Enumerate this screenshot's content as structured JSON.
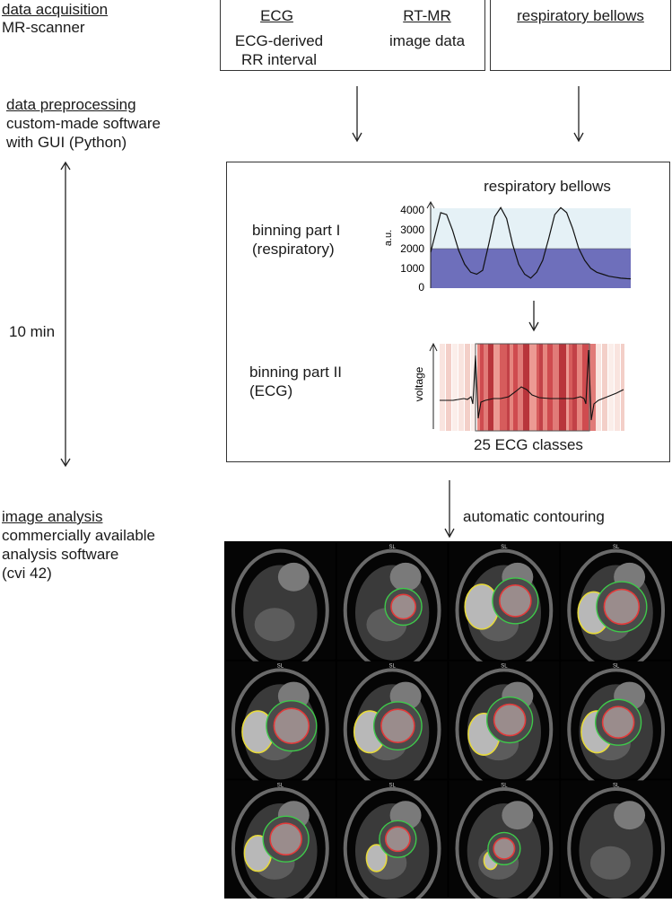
{
  "stages": {
    "acquisition": {
      "heading": "data acquisition",
      "detail": "MR-scanner"
    },
    "preprocessing": {
      "heading": "data preprocessing",
      "detail_line1": "custom-made software",
      "detail_line2": "with GUI (Python)"
    },
    "duration": "10 min",
    "analysis": {
      "heading": "image analysis",
      "detail_line1": "commercially available",
      "detail_line2": "analysis software",
      "detail_line3": "(cvi 42)"
    }
  },
  "sources": {
    "ecg": {
      "title": "ECG",
      "line1": "ECG-derived",
      "line2": "RR interval"
    },
    "rtmr": {
      "title": "RT-MR",
      "line1": "image data"
    },
    "resp": {
      "title": "respiratory bellows"
    }
  },
  "binning": {
    "part1_line1": "binning part I",
    "part1_line2": "(respiratory)",
    "part2_line1": "binning part II",
    "part2_line2": "(ECG)",
    "resp_chart": {
      "title": "respiratory bellows",
      "ylabel": "a.u.",
      "yticks": [
        "4000",
        "3000",
        "2000",
        "1000",
        "0"
      ]
    },
    "ecg_chart": {
      "ylabel": "voltage",
      "classes_label": "25 ECG classes"
    }
  },
  "contouring_label": "automatic contouring",
  "mri": {
    "slice_marker": "SL"
  },
  "chart_data": [
    {
      "type": "line",
      "title": "respiratory bellows",
      "ylabel": "a.u.",
      "ylim": [
        0,
        4200
      ],
      "x": [
        0,
        2,
        5,
        8,
        11,
        14,
        17,
        20,
        23,
        26,
        29,
        32,
        35,
        38,
        41,
        44,
        47,
        50,
        53,
        56,
        59,
        62,
        65,
        68,
        71,
        74,
        77,
        80,
        83,
        86,
        89,
        92,
        95,
        98,
        100
      ],
      "values": [
        1800,
        2600,
        3800,
        3700,
        2900,
        1900,
        1200,
        800,
        700,
        900,
        2200,
        3600,
        4050,
        3500,
        2200,
        1200,
        700,
        500,
        800,
        1400,
        2500,
        3700,
        4050,
        3800,
        3000,
        2000,
        1400,
        1000,
        800,
        700,
        600,
        550,
        500,
        480,
        470
      ],
      "threshold": 2000
    }
  ]
}
